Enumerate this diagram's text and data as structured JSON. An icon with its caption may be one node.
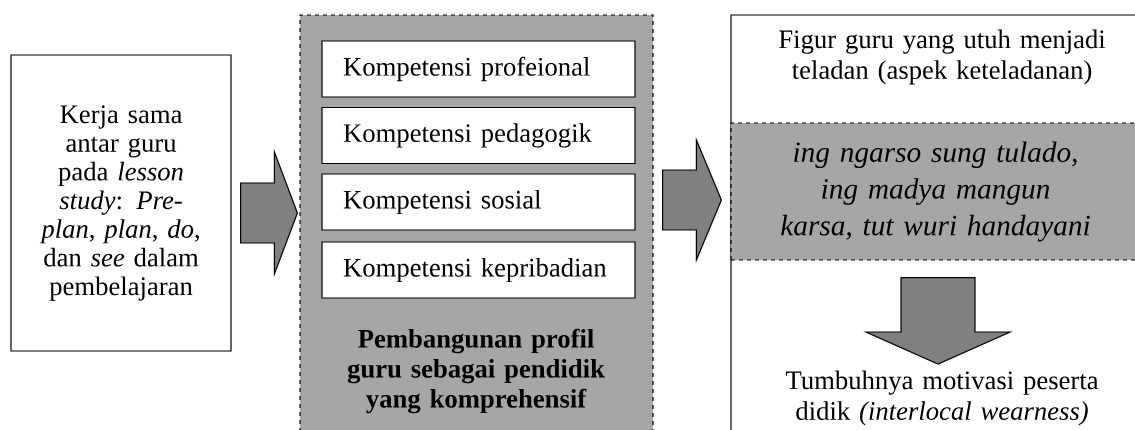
{
  "diagram": {
    "nodes": [
      {
        "text": [
          "Kerja sama antar guru pada *lesson study*: *Pre-plan*, *plan*, *do*, dan *see* dalam pembelajaran"
        ]
      },
      {
        "text": [
          "Pembangunan profil guru sebagai pendidik yang komprehensif"
        ]
      },
      {
        "text": [
          "Kompetensi profeional"
        ],
        "in": 1
      },
      {
        "text": [
          "Kompetensi pedagogik"
        ],
        "in": 1
      },
      {
        "text": [
          "Kompetensi sosial"
        ],
        "in": 1
      },
      {
        "text": [
          "Kompetensi kepribadian"
        ],
        "in": 1
      },
      {
        "text": [
          "Figur guru yang utuh menjadi teladan (aspek keteladanan)"
        ]
      },
      {
        "text": [
          "ing ngarso sung tulado, ing madya mangun karsa, tut wuri handayani"
        ],
        "in": 6
      },
      {
        "text": [
          "Tumbuhnya motivasi peserta didik *(interlocal wearness)*"
        ],
        "in": 6
      }
    ],
    "edges": [
      {
        "from": 0,
        "to": 1,
        "arrow": "to"
      },
      {
        "from": 1,
        "to": 6,
        "arrow": "to"
      },
      {
        "from": 7,
        "to": 8,
        "arrow": "to"
      }
    ]
  }
}
